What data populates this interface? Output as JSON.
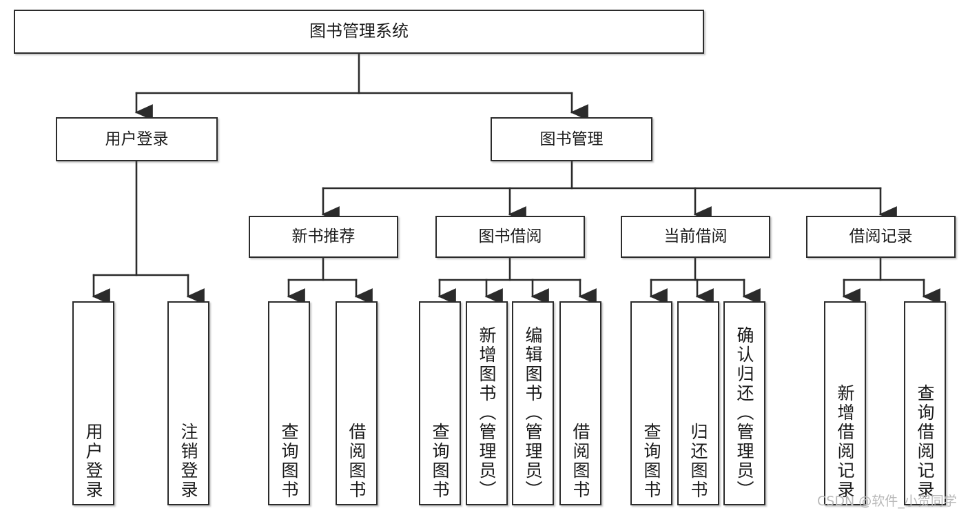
{
  "diagram": {
    "title": "图书管理系统",
    "type": "tree",
    "watermark": "CSDN @软件_小贺同学",
    "colors": {
      "box_border": "#2b2b2b",
      "box_fill": "#ffffff",
      "connector": "#2b2b2b",
      "text": "#1a1a1a",
      "watermark": "#b9b9b9",
      "background": "#ffffff"
    },
    "root": {
      "label": "图书管理系统"
    },
    "level2": [
      {
        "label": "用户登录"
      },
      {
        "label": "图书管理"
      }
    ],
    "level3": [
      {
        "label": "新书推荐"
      },
      {
        "label": "图书借阅"
      },
      {
        "label": "当前借阅"
      },
      {
        "label": "借阅记录"
      }
    ],
    "leaves": {
      "user_login": [
        {
          "label": "用户登录"
        },
        {
          "label": "注销登录"
        }
      ],
      "new_book_recommend": [
        {
          "label": "查询图书"
        },
        {
          "label": "借阅图书"
        }
      ],
      "book_borrow": [
        {
          "label": "查询图书"
        },
        {
          "label": "新增图书（管理员）"
        },
        {
          "label": "编辑图书（管理员）"
        },
        {
          "label": "借阅图书"
        }
      ],
      "current_borrow": [
        {
          "label": "查询图书"
        },
        {
          "label": "归还图书"
        },
        {
          "label": "确认归还（管理员）"
        }
      ],
      "borrow_record": [
        {
          "label": "新增借阅记录"
        },
        {
          "label": "查询借阅记录"
        }
      ]
    }
  }
}
